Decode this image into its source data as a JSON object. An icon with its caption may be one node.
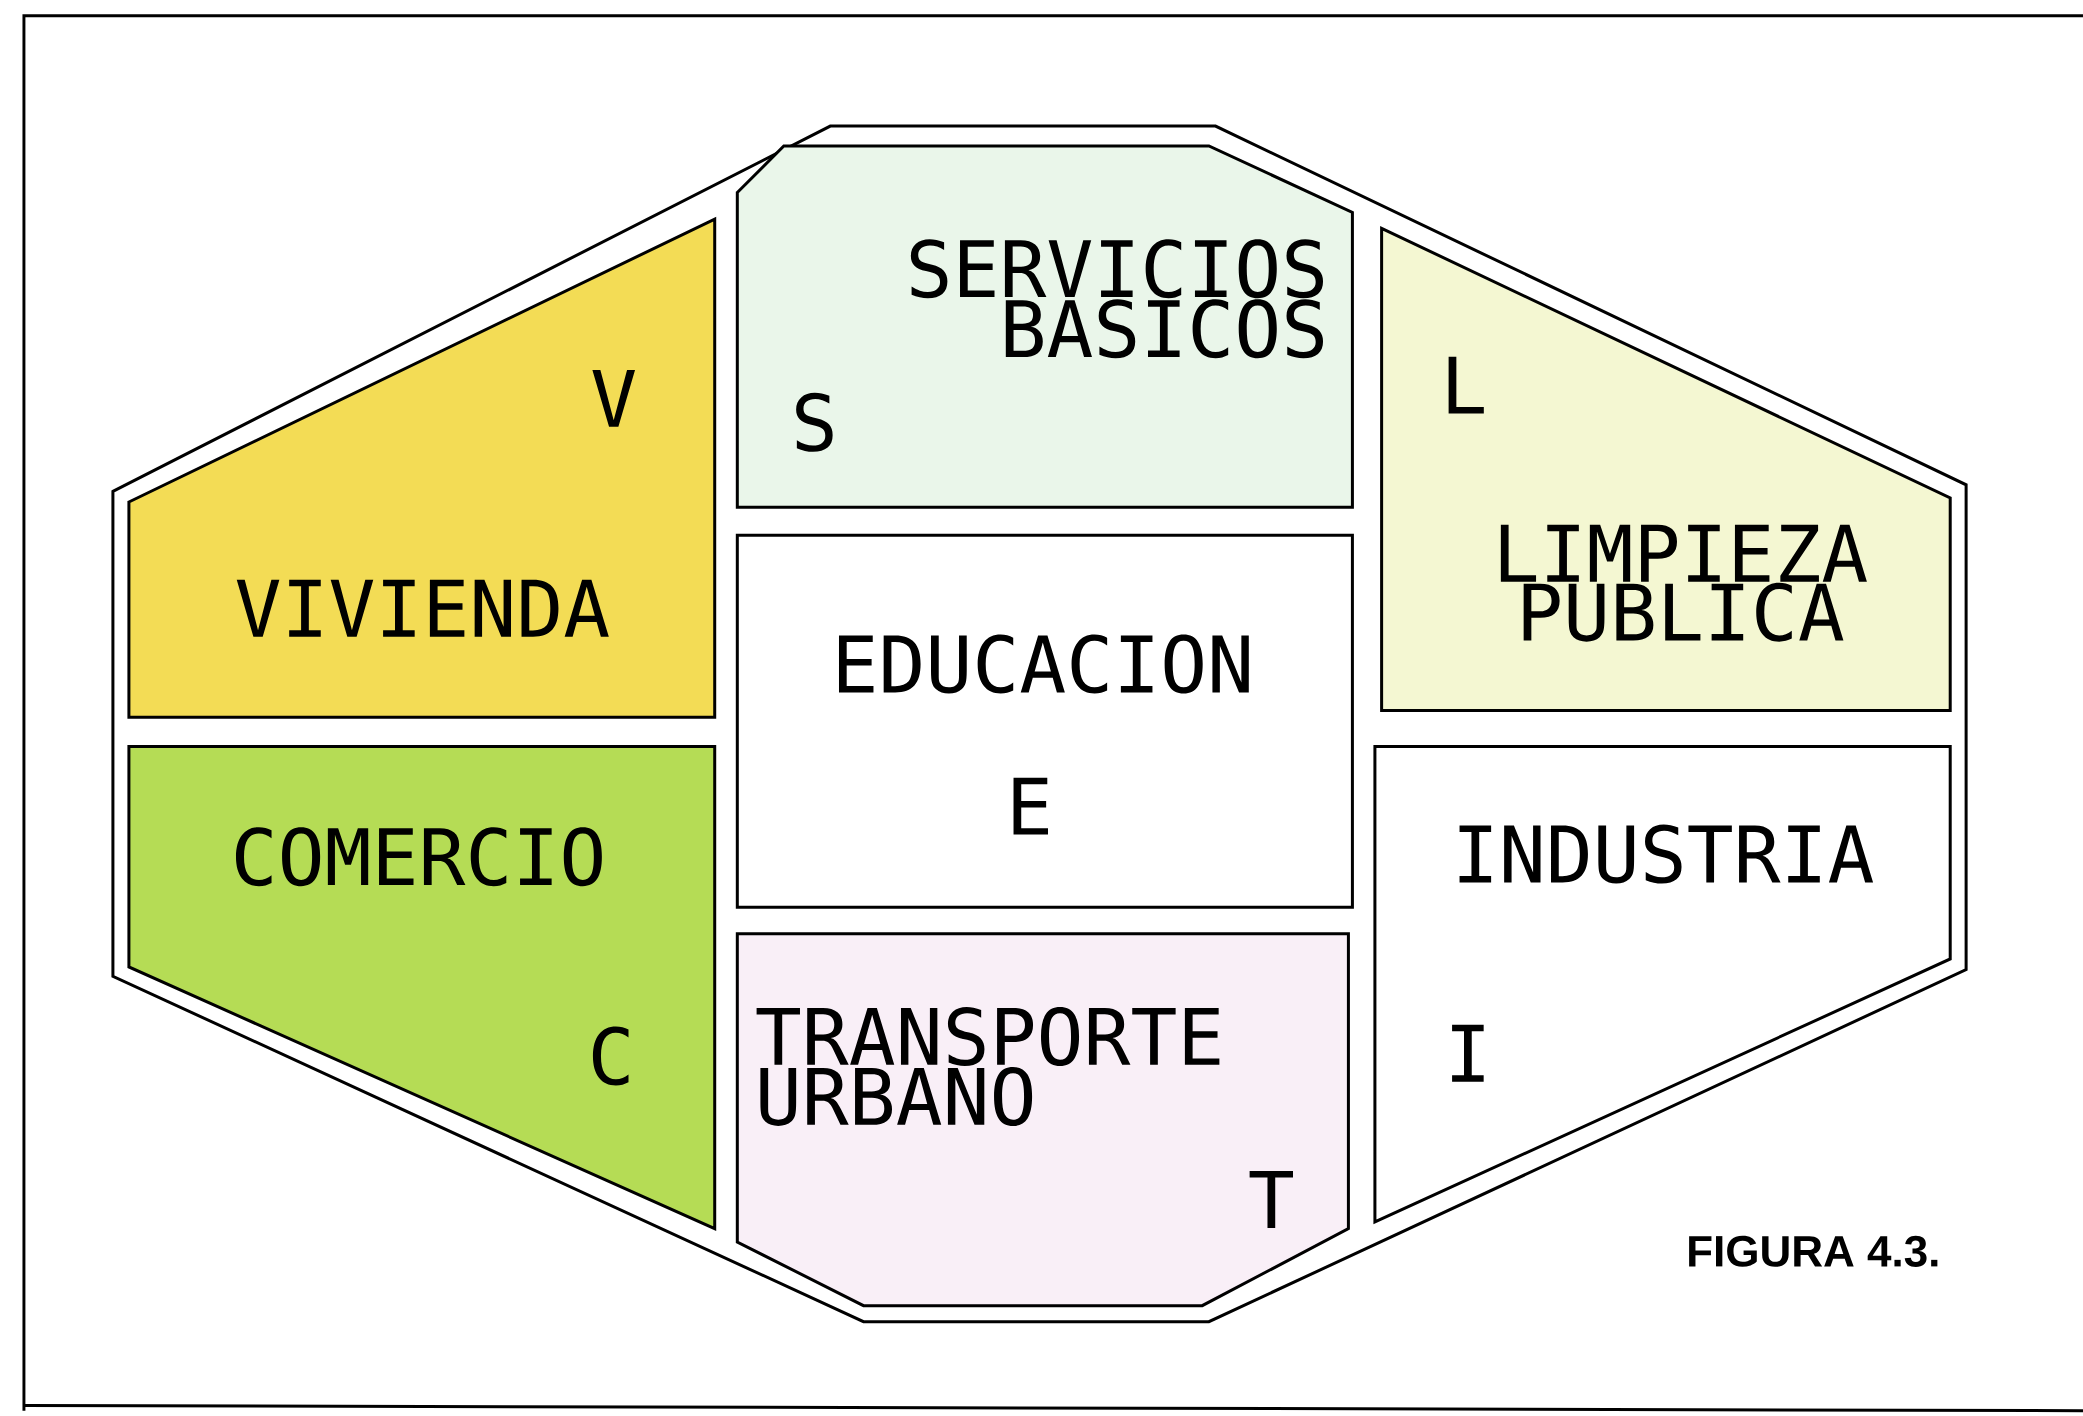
{
  "diagram": {
    "caption": "FIGURA 4.3.",
    "nodes": [
      {
        "text": [
          "V",
          "VIVIENDA"
        ]
      },
      {
        "text": [
          "SERVICIOS BASICOS",
          "S"
        ]
      },
      {
        "text": [
          "L",
          "LIMPIEZA PUBLICA"
        ]
      },
      {
        "text": [
          "EDUCACION",
          "E"
        ]
      },
      {
        "text": [
          "COMERCIO",
          "C"
        ]
      },
      {
        "text": [
          "INDUSTRIA",
          "I"
        ]
      },
      {
        "text": [
          "TRANSPORTE URBANO",
          "T"
        ]
      }
    ]
  }
}
